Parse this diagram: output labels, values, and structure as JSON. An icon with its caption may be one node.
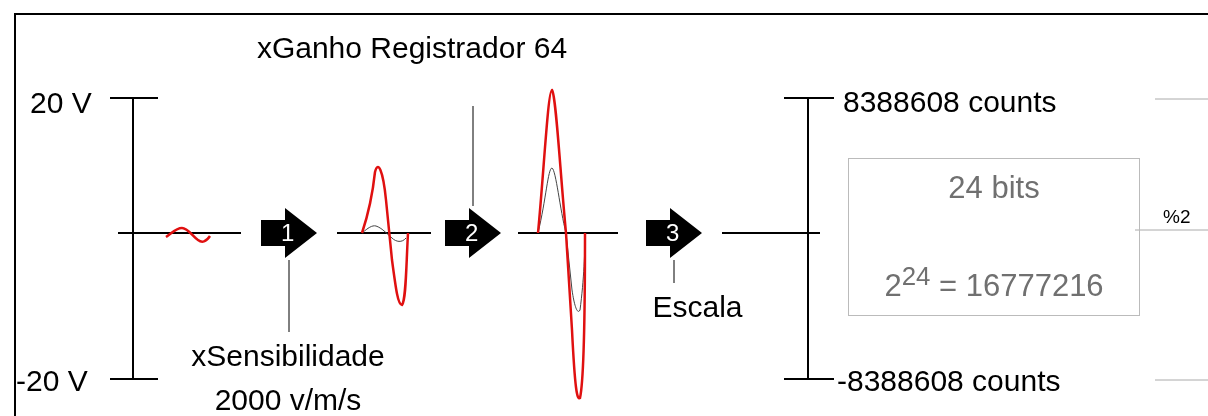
{
  "diagram": {
    "nodes": [
      {
        "text": [
          "1"
        ]
      },
      {
        "text": [
          "2"
        ]
      },
      {
        "text": [
          "3"
        ]
      },
      {
        "text": [
          "xSensibilidade 2000 v/m/s"
        ]
      },
      {
        "text": [
          "xGanho Registrador 64"
        ]
      },
      {
        "text": [
          "Escala"
        ]
      },
      {
        "text": [
          "24 bits",
          "2$^{24}$ = 16777216"
        ]
      }
    ],
    "edges": [
      {
        "from": 3,
        "to": 0,
        "arrow": "none"
      },
      {
        "from": 4,
        "to": 1,
        "arrow": "none"
      },
      {
        "from": 5,
        "to": 2,
        "arrow": "none"
      }
    ],
    "labels": [
      "20 V",
      "-20 V",
      "8388608 counts",
      "-8388608 counts",
      "%2"
    ]
  }
}
